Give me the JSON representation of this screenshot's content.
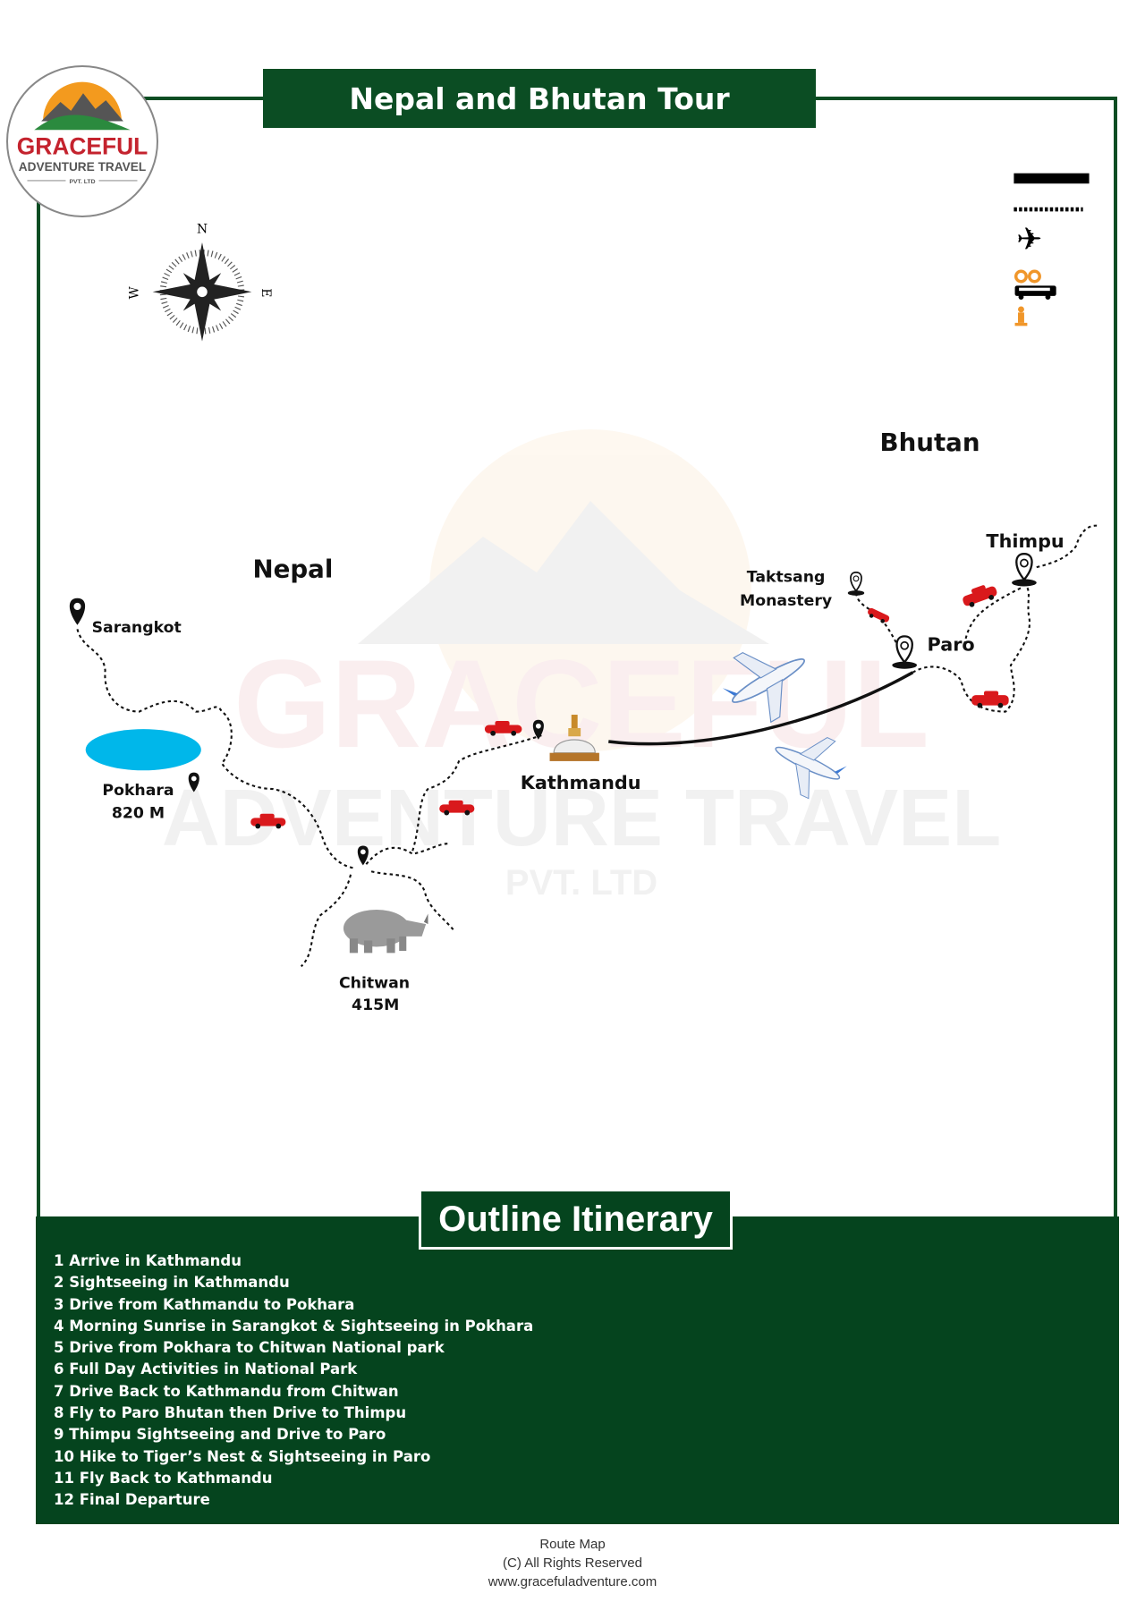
{
  "header": {
    "title": "Nepal and Bhutan Tour"
  },
  "logo": {
    "name": "GRACEFUL",
    "subtitle": "ADVENTURE TRAVEL",
    "suffix": "PVT. LTD"
  },
  "watermark": {
    "line1": "GRACEFUL",
    "line2": "ADVENTURE TRAVEL",
    "line3": "PVT. LTD"
  },
  "compass": {
    "n": "N",
    "e": "E",
    "w": "W"
  },
  "legend": {
    "items": [
      "solid-line-flight-route",
      "dotted-line-drive-route",
      "airplane-icon",
      "binoculars-icon",
      "bus-icon",
      "hiker-icon"
    ]
  },
  "map": {
    "countries": {
      "nepal": "Nepal",
      "bhutan": "Bhutan"
    },
    "places": {
      "sarangkot": "Sarangkot",
      "pokhara": "Pokhara",
      "pokhara_alt": "820 M",
      "chitwan": "Chitwan",
      "chitwan_alt": "415M",
      "kathmandu": "Kathmandu",
      "taktsang_1": "Taktsang",
      "taktsang_2": "Monastery",
      "paro": "Paro",
      "thimpu": "Thimpu"
    }
  },
  "itinerary": {
    "title": "Outline Itinerary",
    "days": [
      "1 Arrive in Kathmandu",
      "2 Sightseeing in Kathmandu",
      "3 Drive from Kathmandu to Pokhara",
      "4 Morning Sunrise in Sarangkot & Sightseeing in Pokhara",
      "5 Drive from Pokhara to Chitwan National park",
      "6 Full Day Activities in National Park",
      "7 Drive Back to Kathmandu from Chitwan",
      "8 Fly to Paro Bhutan then Drive to Thimpu",
      "9 Thimpu Sightseeing and Drive to Paro",
      "10 Hike to Tiger’s Nest & Sightseeing in Paro",
      "11 Fly Back to Kathmandu",
      "12 Final Departure"
    ]
  },
  "footer": {
    "line1": "Route Map",
    "line2": "(C) All Rights Reserved",
    "line3": "www.gracefuladventure.com"
  },
  "colors": {
    "brand_green": "#0b4d23",
    "logo_red": "#c4232e",
    "lake": "#00b7ea",
    "car": "#d9191c",
    "legend_orange": "#f0962a"
  }
}
